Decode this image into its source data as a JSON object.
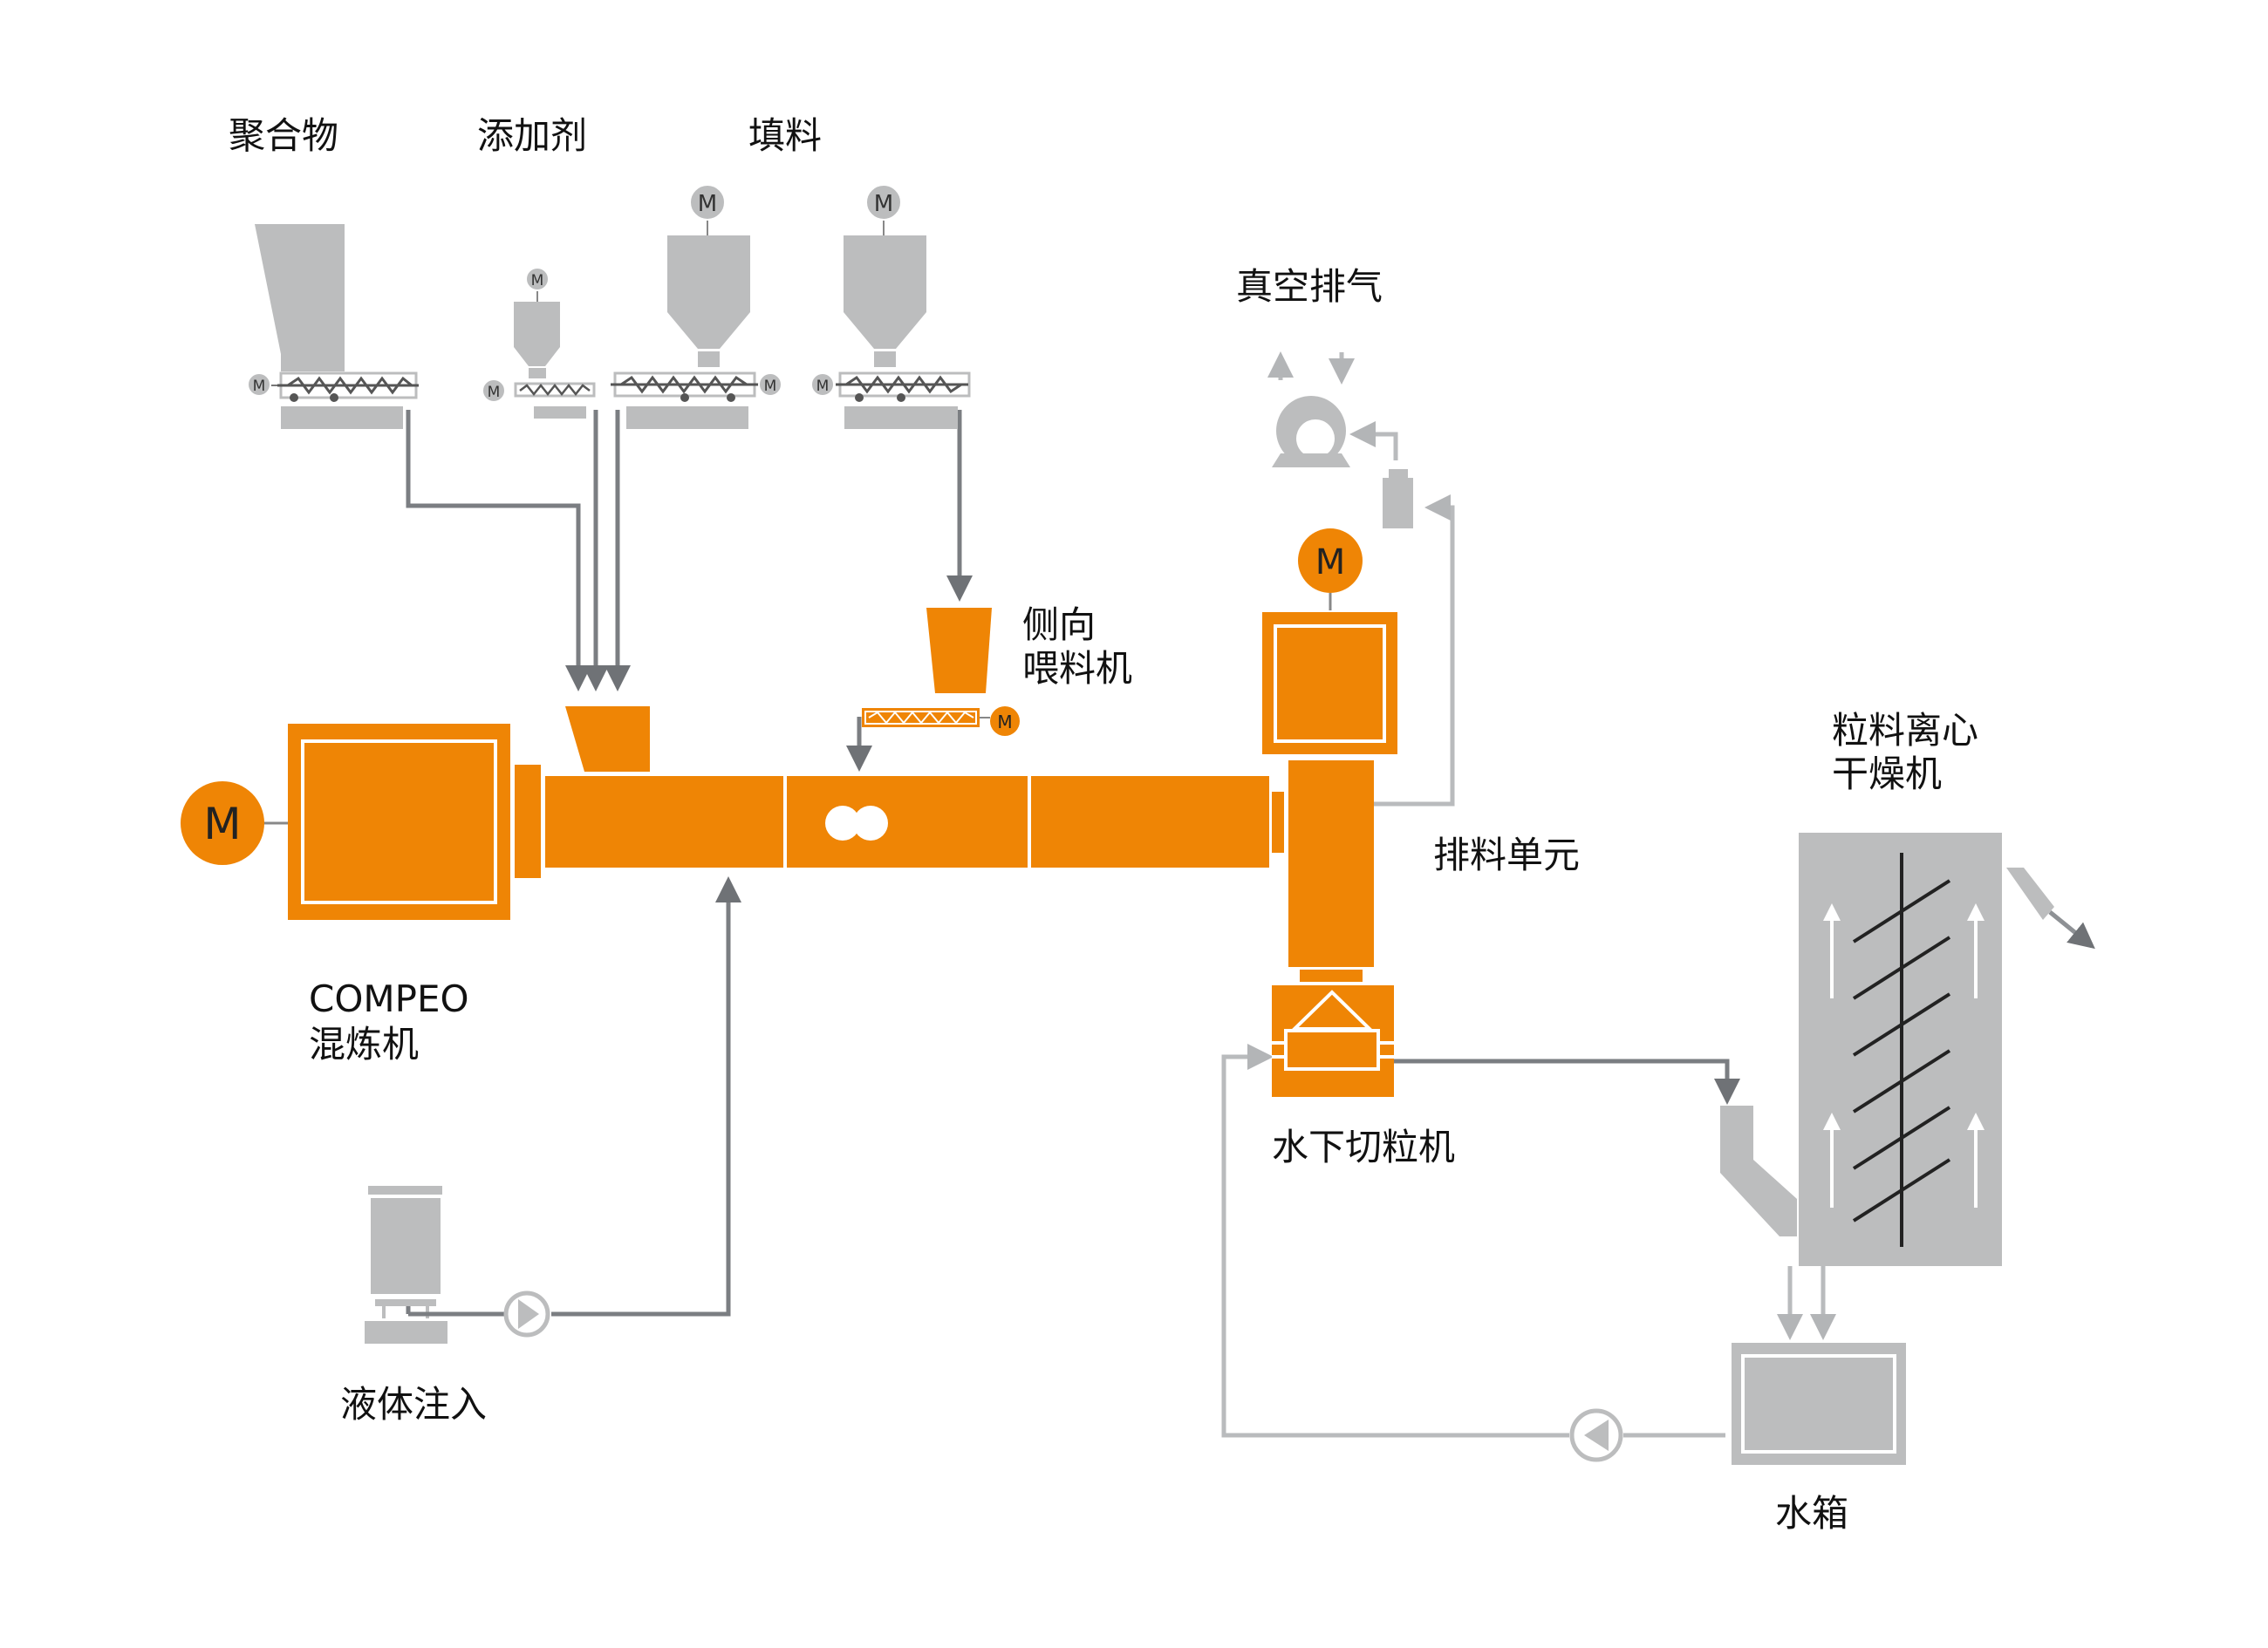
{
  "labels": {
    "polymer": "聚合物",
    "additive": "添加剂",
    "filler": "填料",
    "vacuum": "真空排气",
    "side_feeder_1": "侧向",
    "side_feeder_2": "喂料机",
    "discharge": "排料单元",
    "dryer_1": "粒料离心",
    "dryer_2": "干燥机",
    "compeo_1": "COMPEO",
    "compeo_2": "混炼机",
    "pelletizer": "水下切粒机",
    "liquid": "液体注入",
    "water_tank": "水箱"
  },
  "motor_label": "M",
  "colors": {
    "orange": "#ef8505",
    "gray": "#bcbdbe",
    "line_dark": "#7b7e82",
    "line_light": "#b9bbbd",
    "text": "#111111"
  }
}
